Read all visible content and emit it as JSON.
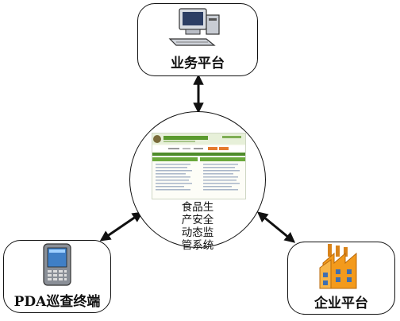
{
  "nodes": {
    "business": {
      "label": "业务平台",
      "icon": "desktop-computer-icon"
    },
    "center": {
      "label": "食品生产安全动态监管系统",
      "icon": "website-screenshot"
    },
    "pda": {
      "label": "PDA巡查终端",
      "icon": "pda-device-icon"
    },
    "enterprise": {
      "label": "企业平台",
      "icon": "factory-icon"
    }
  },
  "connections": [
    {
      "from": "business",
      "to": "center",
      "direction": "bidirectional"
    },
    {
      "from": "pda",
      "to": "center",
      "direction": "bidirectional"
    },
    {
      "from": "enterprise",
      "to": "center",
      "direction": "bidirectional"
    }
  ],
  "colors": {
    "stroke": "#111111",
    "thumb_green": "#5a9a2e",
    "factory_orange": "#f39a1c"
  }
}
